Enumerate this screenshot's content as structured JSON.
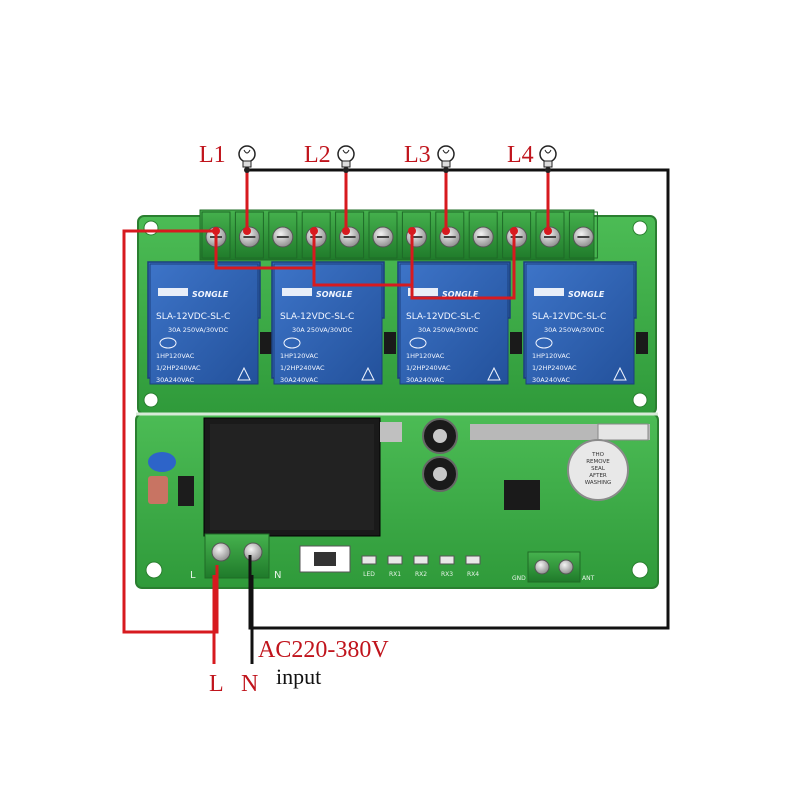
{
  "loads": [
    {
      "label": "L1"
    },
    {
      "label": "L2"
    },
    {
      "label": "L3"
    },
    {
      "label": "L4"
    }
  ],
  "relays": [
    {
      "brand": "SONGLE",
      "model": "SLA-12VDC-SL-C",
      "rating1": "30A 250VA/30VDC",
      "rating2": "1HP120VAC",
      "rating3": "1/2HP240VAC",
      "rating4": "30A240VAC"
    },
    {
      "brand": "SONGLE",
      "model": "SLA-12VDC-SL-C",
      "rating1": "30A 250VA/30VDC",
      "rating2": "1HP120VAC",
      "rating3": "1/2HP240VAC",
      "rating4": "30A240VAC"
    },
    {
      "brand": "SONGLE",
      "model": "SLA-12VDC-SL-C",
      "rating1": "30A 250VA/30VDC",
      "rating2": "1HP120VAC",
      "rating3": "1/2HP240VAC",
      "rating4": "30A240VAC"
    },
    {
      "brand": "SONGLE",
      "model": "SLA-12VDC-SL-C",
      "rating1": "30A 250VA/30VDC",
      "rating2": "1HP120VAC",
      "rating3": "1/2HP240VAC",
      "rating4": "30A240VAC"
    }
  ],
  "board": {
    "input_l": "L",
    "input_n": "N",
    "leds": [
      "LED",
      "RX1",
      "RX2",
      "RX3",
      "RX4"
    ],
    "buzzer_text": [
      "THO",
      "REMOVE",
      "SEAL",
      "AFTER",
      "WASHING"
    ],
    "terminal_labels": [
      "GND",
      "ANT"
    ]
  },
  "supply": {
    "voltage": "AC220-380V",
    "note": "input",
    "line": "L",
    "neutral": "N"
  },
  "colors": {
    "pcb": "#3fae45",
    "relay": "#2f5fae",
    "red_wire": "#d71a1f",
    "black_wire": "#111111"
  }
}
